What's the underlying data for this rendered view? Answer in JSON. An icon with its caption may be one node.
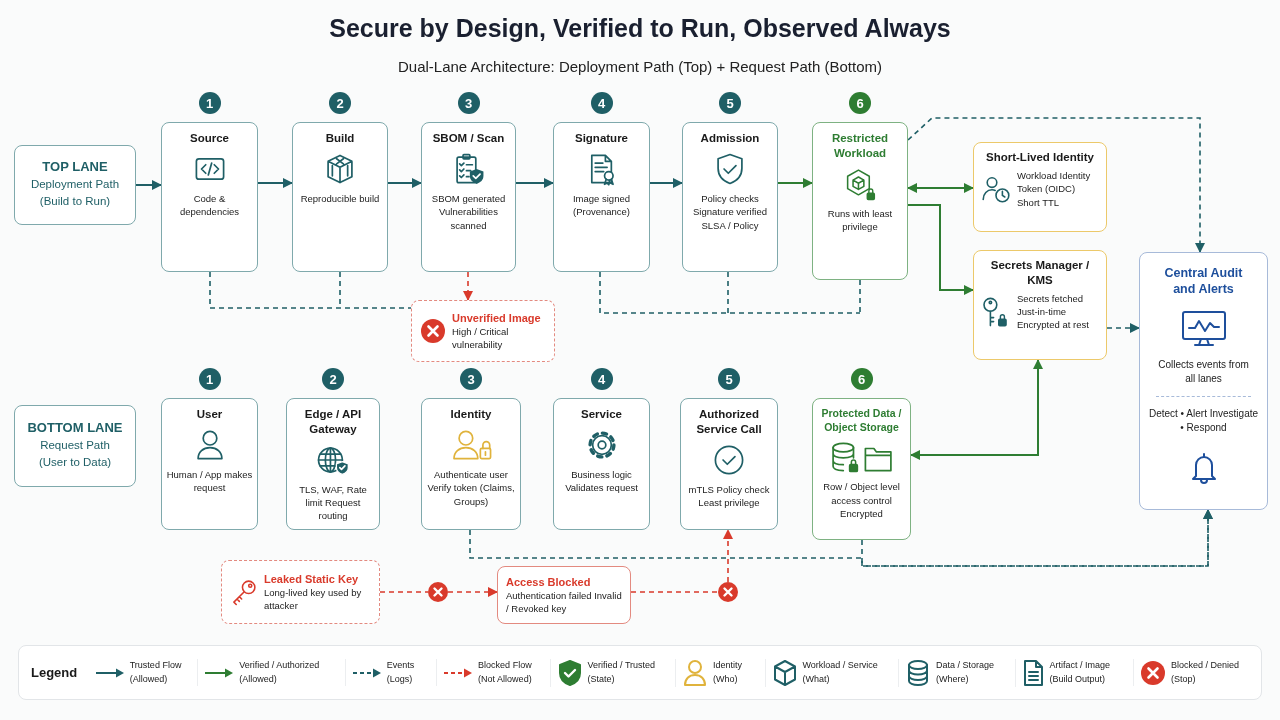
{
  "diagram": {
    "title": "Secure by Design, Verified to Run, Observed Always",
    "nodes": [
      {
        "text": [
          "TOP LANE",
          "Deployment Path (Build to Run)"
        ]
      },
      {
        "text": [
          "Source",
          "Code & dependencies"
        ],
        "beside": [
          "1"
        ]
      },
      {
        "text": [
          "Build",
          "Reproducible build"
        ],
        "beside": [
          "2"
        ]
      },
      {
        "text": [
          "SBOM / Scan",
          "SBOM generated Vulnerabilities scanned"
        ],
        "beside": [
          "3"
        ]
      },
      {
        "text": [
          "Signature",
          "Image signed (Provenance)"
        ],
        "beside": [
          "4"
        ]
      },
      {
        "text": [
          "Admission",
          "Policy checks Signature verified SLSA / Policy"
        ],
        "beside": [
          "5"
        ]
      },
      {
        "text": [
          "Restricted Workload",
          "Runs with least privilege"
        ],
        "beside": [
          "6"
        ]
      },
      {
        "text": [
          "Short-Lived Identity",
          "Workload Identity Token (OIDC) Short TTL"
        ]
      },
      {
        "text": [
          "Secrets Manager / KMS",
          "Secrets fetched Just-in-time Encrypted at rest"
        ]
      },
      {
        "text": [
          "Central Audit and Alerts",
          "Collects events from all lanes",
          "Detect • Alert Investigate • Respond"
        ]
      },
      {
        "text": [
          "Unverified Image",
          "High / Critical vulnerability"
        ]
      },
      {
        "text": [
          "BOTTOM LANE",
          "Request Path (User to Data)"
        ]
      },
      {
        "text": [
          "User",
          "Human / App makes request"
        ],
        "beside": [
          "1"
        ]
      },
      {
        "text": [
          "Edge / API Gateway",
          "TLS, WAF, Rate limit Request routing"
        ],
        "beside": [
          "2"
        ]
      },
      {
        "text": [
          "Identity",
          "Authenticate user Verify token (Claims, Groups)"
        ],
        "beside": [
          "3"
        ]
      },
      {
        "text": [
          "Service",
          "Business logic Validates request"
        ],
        "beside": [
          "4"
        ]
      },
      {
        "text": [
          "Authorized Service Call",
          "mTLS Policy check Least privilege"
        ],
        "beside": [
          "5"
        ]
      },
      {
        "text": [
          "Protected Data / Object Storage",
          "Row / Object level access control Encrypted"
        ],
        "beside": [
          "6"
        ]
      },
      {
        "text": [
          "Leaked Static Key",
          "Long-lived key used by attacker"
        ]
      },
      {
        "text": [
          "Access Blocked",
          "Authentication failed Invalid / Revoked key"
        ]
      },
      {
        "text": [],
        "shape": "circle"
      },
      {
        "text": [],
        "shape": "circle"
      }
    ],
    "edges": [
      {
        "from": 0,
        "to": 1,
        "arrow": "to"
      },
      {
        "from": 1,
        "to": 2,
        "arrow": "to"
      },
      {
        "from": 2,
        "to": 3,
        "arrow": "to"
      },
      {
        "from": 3,
        "to": 4,
        "arrow": "to"
      },
      {
        "from": 4,
        "to": 5,
        "arrow": "to"
      },
      {
        "from": 5,
        "to": 6,
        "arrow": "to",
        "color": "#2e7d32"
      },
      {
        "from": 6,
        "to": 7,
        "arrow": "both",
        "color": "#2e7d32"
      },
      {
        "from": 6,
        "to": 8,
        "arrow": "to",
        "color": "#2e7d32"
      },
      {
        "from": 17,
        "to": 8,
        "arrow": "both",
        "color": "#2e7d32"
      },
      {
        "from": 3,
        "to": 10,
        "arrow": "to",
        "style": "dashed",
        "color": "#d93a2b"
      },
      {
        "from": 1,
        "to": 10,
        "arrow": "none",
        "style": "dashed"
      },
      {
        "from": 2,
        "to": null,
        "arrow": "none",
        "style": "dashed"
      },
      {
        "from": 4,
        "to": null,
        "arrow": "none",
        "style": "dashed"
      },
      {
        "from": 5,
        "to": null,
        "arrow": "none",
        "style": "dashed"
      },
      {
        "from": 6,
        "to": null,
        "arrow": "none",
        "style": "dashed"
      },
      {
        "from": 6,
        "to": 9,
        "arrow": "to",
        "style": "dashed"
      },
      {
        "from": 8,
        "to": 9,
        "arrow": "to",
        "style": "dashed"
      },
      {
        "from": 14,
        "to": 9,
        "arrow": "to",
        "style": "dashed"
      },
      {
        "from": 17,
        "to": 9,
        "arrow": "to",
        "style": "dashed"
      },
      {
        "from": 18,
        "to": 20,
        "arrow": "none",
        "style": "dashed",
        "color": "#d93a2b"
      },
      {
        "from": 20,
        "to": 19,
        "arrow": "to",
        "style": "dashed",
        "color": "#d93a2b"
      },
      {
        "from": 19,
        "to": 21,
        "arrow": "none",
        "style": "dashed",
        "color": "#d93a2b"
      },
      {
        "from": 21,
        "to": 16,
        "arrow": "to",
        "style": "dashed",
        "color": "#d93a2b"
      }
    ],
    "labels": [
      "Dual-Lane Architecture: Deployment Path (Top) + Request Path (Bottom)",
      "Legend"
    ],
    "legend": [
      {
        "text": "Trusted Flow (Allowed)"
      },
      {
        "text": "Verified / Authorized (Allowed)"
      },
      {
        "text": "Events (Logs)"
      },
      {
        "text": "Blocked Flow (Not Allowed)"
      },
      {
        "text": "Verified / Trusted (State)"
      },
      {
        "text": "Identity (Who)"
      },
      {
        "text": "Workload / Service (What)"
      },
      {
        "text": "Data / Storage (Where)"
      },
      {
        "text": "Artifact / Image (Build Output)"
      },
      {
        "text": "Blocked / Denied (Stop)"
      }
    ]
  }
}
